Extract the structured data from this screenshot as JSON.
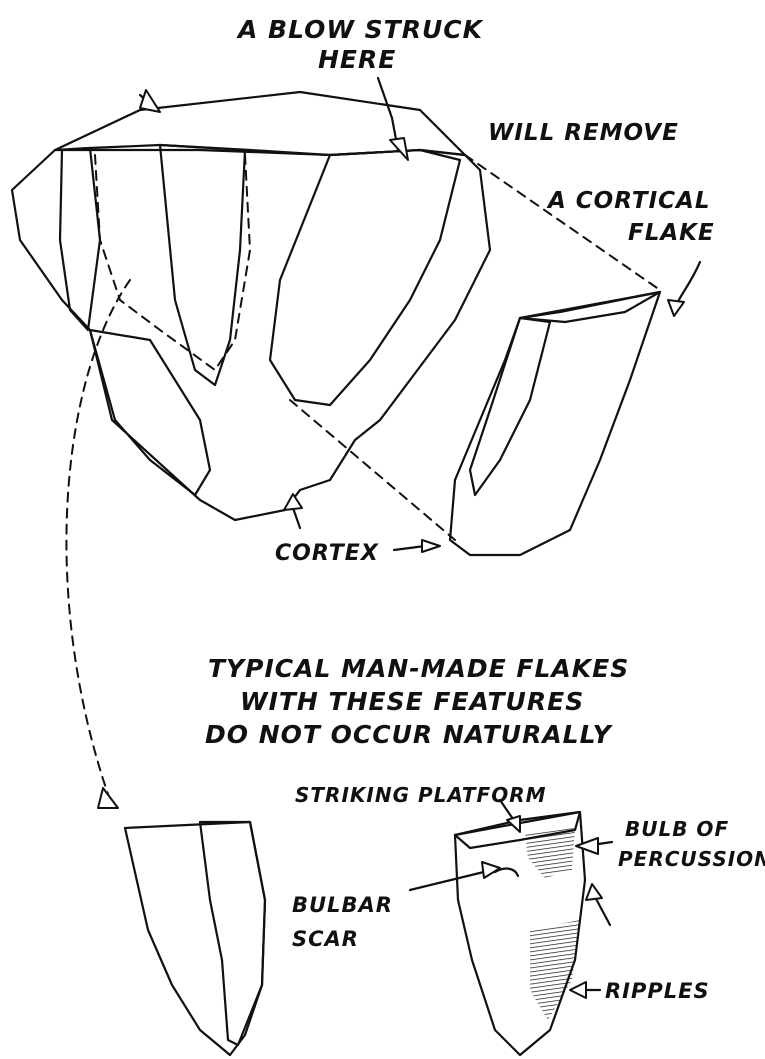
{
  "labels": {
    "blow_line1": "A BLOW STRUCK",
    "blow_line2": "HERE",
    "will_remove": "WILL REMOVE",
    "cortical_line1": "A CORTICAL",
    "cortical_line2": "FLAKE",
    "cortex": "CORTEX",
    "caption_line1": "TYPICAL MAN-MADE FLAKES",
    "caption_line2": "WITH THESE FEATURES",
    "caption_line3": "DO NOT OCCUR NATURALLY",
    "striking_platform": "STRIKING PLATFORM",
    "bulb_line1": "BULB OF",
    "bulb_line2": "PERCUSSION",
    "bulbar_line1": "BULBAR",
    "bulbar_line2": "SCAR",
    "ripples": "RIPPLES"
  },
  "colors": {
    "ink": "#111111",
    "paper": "#ffffff"
  }
}
